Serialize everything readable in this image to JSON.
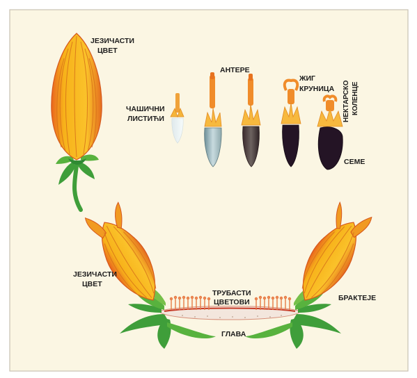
{
  "labels": {
    "ligulate_top_1": "ЈЕЗИЧАСТИ",
    "ligulate_top_2": "ЦВЕТ",
    "anthers": "АНТЕРЕ",
    "sepals_1": "ЧАШИЧНИ",
    "sepals_2": "ЛИСТИЋИ",
    "stigma": "ЖИГ",
    "corolla": "КРУНИЦА",
    "nectary_1": "НЕКТАРСКО",
    "nectary_2": "КОЛЕНЦЕ",
    "seed": "СЕМЕ",
    "ligulate_bottom_1": "ЈЕЗИЧАСТИ",
    "ligulate_bottom_2": "ЦВЕТ",
    "tubular_1": "ТРУБАСТИ",
    "tubular_2": "ЦВЕТОВИ",
    "bracts": "БРАКТЕЈЕ",
    "head": "ГЛАВА"
  },
  "colors": {
    "panel": "#fbf6e3",
    "petal": "#f6b21a",
    "petal_edge": "#e0561c",
    "vein": "#d4731a",
    "leaf": "#3f9e3a",
    "leaf_light": "#76c04a",
    "seed_dark": "#241425",
    "receptacle": "#f3e6dd"
  }
}
